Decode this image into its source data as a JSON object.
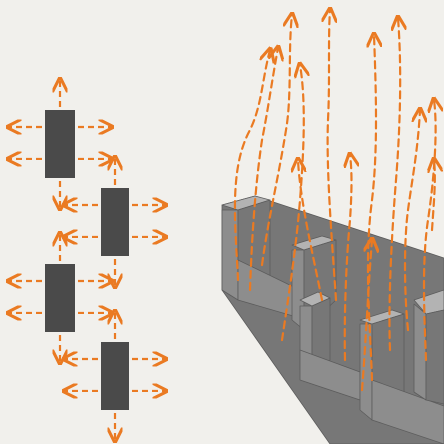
{
  "figure": {
    "background_color": "#f1f0ec",
    "arrow_color": "#ea7a22",
    "component_color": "#4a4a4a",
    "heatsink_colors": {
      "front": "#8d8d8d",
      "top": "#b3b3b3",
      "side": "#777777",
      "edge": "#5c5c5c"
    },
    "left_panel": {
      "subject": "staggered-rectangular-components",
      "component_count": 4,
      "arrows_per_component": 6
    },
    "right_panel": {
      "subject": "u-channel-heatsink-fins",
      "airflow_line_style": "dashed",
      "airflow_direction": "up"
    }
  }
}
